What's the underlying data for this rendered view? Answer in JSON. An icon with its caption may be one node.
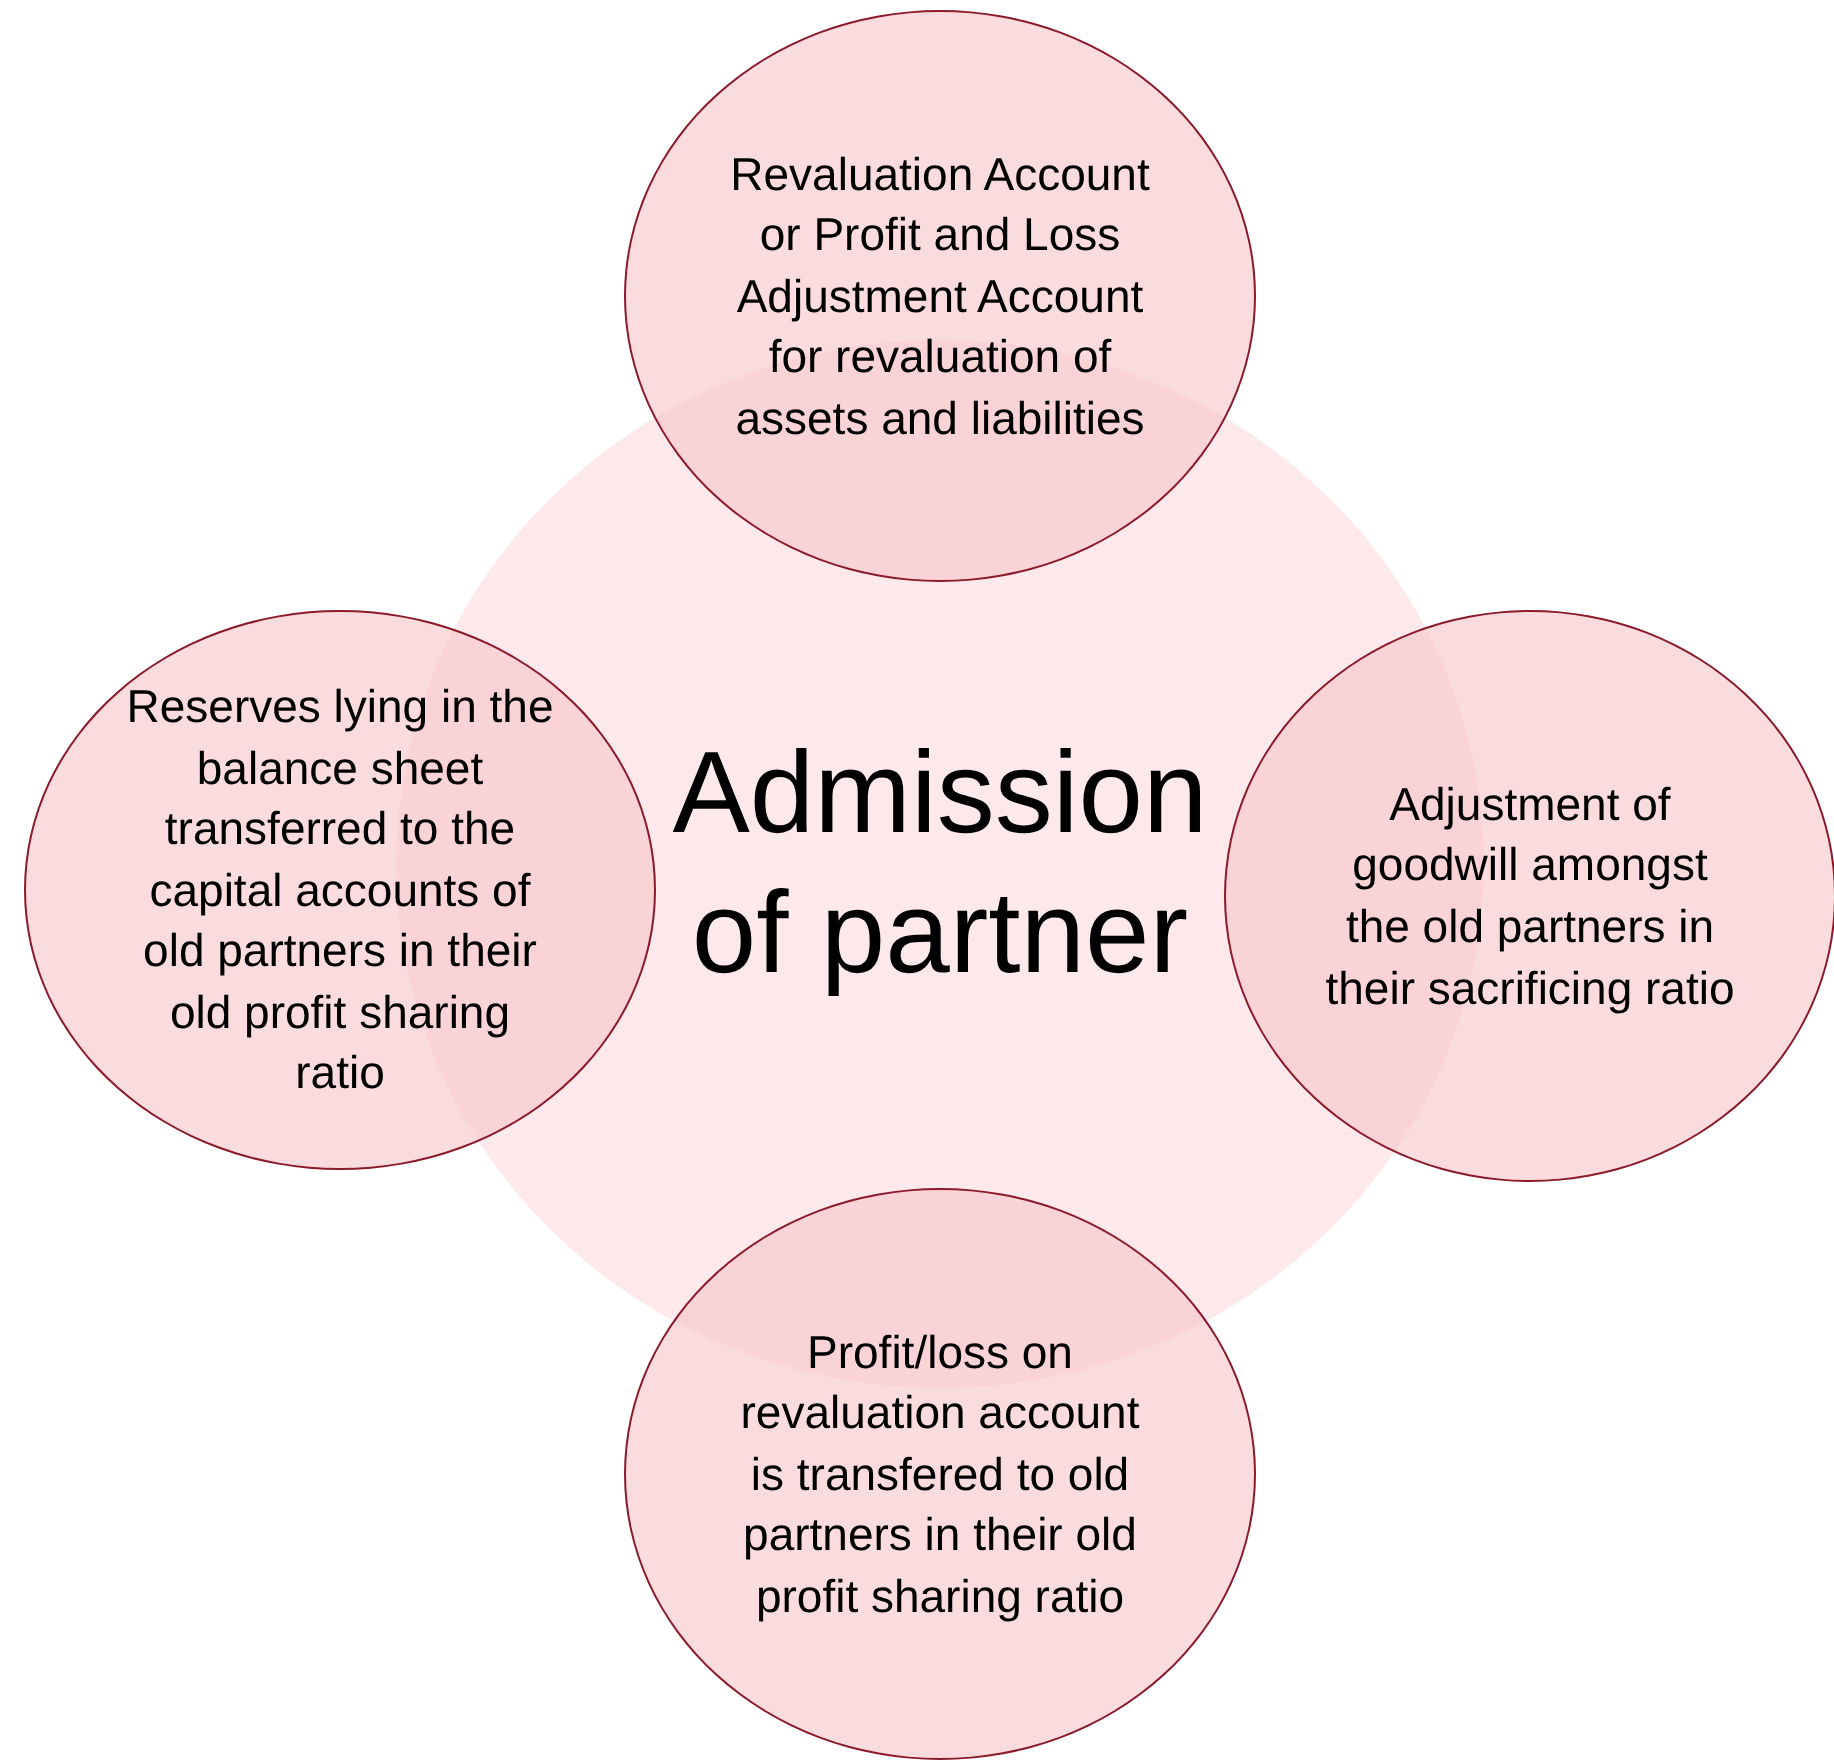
{
  "diagram": {
    "nodes": [
      {
        "text": [
          "Revaluation Account or Profit and Loss Adjustment Account for revaluation of assets and liabilities"
        ]
      },
      {
        "text": [
          "Reserves lying in the balance sheet transferred to the capital accounts of old partners in their old profit sharing ratio"
        ]
      },
      {
        "text": [
          "Admission of partner"
        ]
      },
      {
        "text": [
          "Adjustment of goodwill amongst the old partners in their sacrificing ratio"
        ]
      },
      {
        "text": [
          "Profit/loss on revaluation account is transfered to old partners in their old profit sharing ratio"
        ]
      }
    ]
  }
}
